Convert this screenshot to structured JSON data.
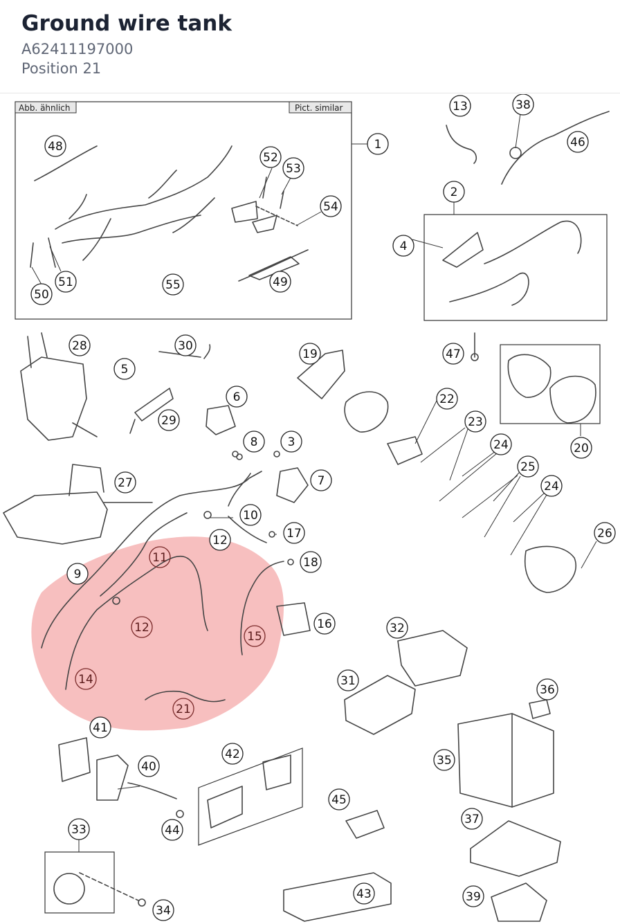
{
  "header": {
    "title": "Ground wire tank",
    "part_number": "A62411197000",
    "position": "Position 21"
  },
  "diagram": {
    "box_labels": {
      "left": "Abb. ähnlich",
      "right": "Pict. similar"
    },
    "highlight_color": "#f08a8a",
    "callouts": [
      {
        "id": "c48",
        "label": "48"
      },
      {
        "id": "c52",
        "label": "52"
      },
      {
        "id": "c53",
        "label": "53"
      },
      {
        "id": "c54",
        "label": "54"
      },
      {
        "id": "c1",
        "label": "1"
      },
      {
        "id": "c51",
        "label": "51"
      },
      {
        "id": "c50",
        "label": "50"
      },
      {
        "id": "c55",
        "label": "55"
      },
      {
        "id": "c49",
        "label": "49"
      },
      {
        "id": "c13",
        "label": "13"
      },
      {
        "id": "c38",
        "label": "38"
      },
      {
        "id": "c46",
        "label": "46"
      },
      {
        "id": "c2",
        "label": "2"
      },
      {
        "id": "c4",
        "label": "4"
      },
      {
        "id": "c28",
        "label": "28"
      },
      {
        "id": "c30",
        "label": "30"
      },
      {
        "id": "c5",
        "label": "5"
      },
      {
        "id": "c29",
        "label": "29"
      },
      {
        "id": "c19",
        "label": "19"
      },
      {
        "id": "c47",
        "label": "47"
      },
      {
        "id": "c6",
        "label": "6"
      },
      {
        "id": "c22",
        "label": "22"
      },
      {
        "id": "c20",
        "label": "20"
      },
      {
        "id": "c8",
        "label": "8"
      },
      {
        "id": "c3",
        "label": "3"
      },
      {
        "id": "c23",
        "label": "23"
      },
      {
        "id": "c24a",
        "label": "24"
      },
      {
        "id": "c7",
        "label": "7"
      },
      {
        "id": "c25",
        "label": "25"
      },
      {
        "id": "c27",
        "label": "27"
      },
      {
        "id": "c24b",
        "label": "24"
      },
      {
        "id": "c10",
        "label": "10"
      },
      {
        "id": "c12a",
        "label": "12"
      },
      {
        "id": "c17",
        "label": "17"
      },
      {
        "id": "c26",
        "label": "26"
      },
      {
        "id": "c11",
        "label": "11"
      },
      {
        "id": "c18",
        "label": "18"
      },
      {
        "id": "c9",
        "label": "9"
      },
      {
        "id": "c12b",
        "label": "12"
      },
      {
        "id": "c16",
        "label": "16"
      },
      {
        "id": "c15",
        "label": "15"
      },
      {
        "id": "c32",
        "label": "32"
      },
      {
        "id": "c14",
        "label": "14"
      },
      {
        "id": "c31",
        "label": "31"
      },
      {
        "id": "c21",
        "label": "21"
      },
      {
        "id": "c36",
        "label": "36"
      },
      {
        "id": "c41",
        "label": "41"
      },
      {
        "id": "c42",
        "label": "42"
      },
      {
        "id": "c40",
        "label": "40"
      },
      {
        "id": "c35",
        "label": "35"
      },
      {
        "id": "c45",
        "label": "45"
      },
      {
        "id": "c44",
        "label": "44"
      },
      {
        "id": "c33",
        "label": "33"
      },
      {
        "id": "c37",
        "label": "37"
      },
      {
        "id": "c43",
        "label": "43"
      },
      {
        "id": "c34",
        "label": "34"
      },
      {
        "id": "c39",
        "label": "39"
      }
    ]
  }
}
